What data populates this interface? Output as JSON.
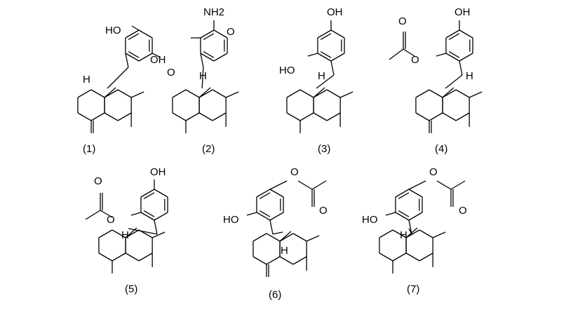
{
  "compounds": [
    {
      "label": "(1)",
      "atoms": [
        "HO",
        "OH",
        "H"
      ]
    },
    {
      "label": "(2)",
      "atoms": [
        "NH2",
        "O",
        "O",
        "H"
      ]
    },
    {
      "label": "(3)",
      "atoms": [
        "OH",
        "HO",
        "H"
      ]
    },
    {
      "label": "(4)",
      "atoms": [
        "OH",
        "O",
        "O",
        "H"
      ]
    },
    {
      "label": "(5)",
      "atoms": [
        "OH",
        "O",
        "O",
        "H"
      ]
    },
    {
      "label": "(6)",
      "atoms": [
        "O",
        "O",
        "HO",
        "H"
      ]
    },
    {
      "label": "(7)",
      "atoms": [
        "O",
        "O",
        "HO",
        "H"
      ]
    }
  ]
}
